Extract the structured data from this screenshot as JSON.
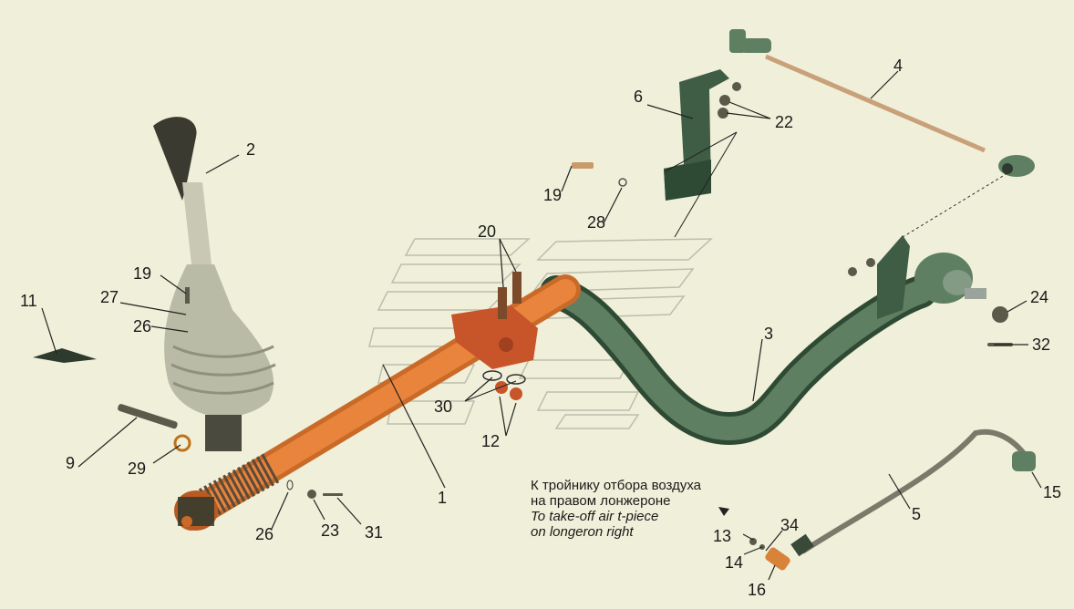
{
  "diagram": {
    "part_labels": [
      "1",
      "2",
      "3",
      "4",
      "5",
      "6",
      "9",
      "11",
      "12",
      "13",
      "14",
      "15",
      "16",
      "19",
      "19",
      "20",
      "22",
      "23",
      "24",
      "26",
      "26",
      "27",
      "28",
      "29",
      "30",
      "31",
      "32",
      "34"
    ],
    "note": {
      "ru_line1": "К тройнику отбора воздуха",
      "ru_line2": "на правом лонжероне",
      "en_line1": "To  take-off air t-piece",
      "en_line2": "on longeron right"
    },
    "colors": {
      "background": "#f0efd9",
      "shaft": "#e8843c",
      "bracket": "#4f6e52",
      "boot": "#b9bba6",
      "pipe": "#8a8a7c",
      "leader": "#222222"
    }
  }
}
